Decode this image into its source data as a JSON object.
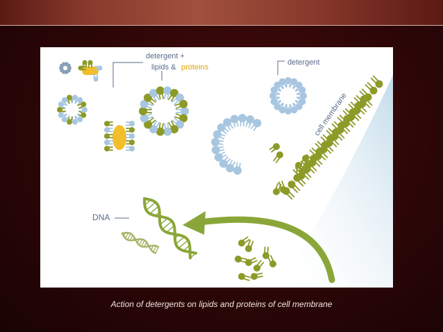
{
  "labels": {
    "detergent_lipids_proteins_line1": "detergent +",
    "detergent_lipids_proteins_word_lipids": "lipids &",
    "detergent_lipids_proteins_word_proteins": "proteins",
    "detergent": "detergent",
    "cell_membrane": "cell membrane",
    "dna": "DNA"
  },
  "caption": "Action of detergents on lipids and proteins of cell membrane",
  "colors": {
    "detergent_blue": "#a8c6e0",
    "lipid_olive": "#8c9a28",
    "protein_yellow": "#f2be2c",
    "arrow_green": "#8aa638",
    "membrane_region": "#d4e6f0"
  }
}
